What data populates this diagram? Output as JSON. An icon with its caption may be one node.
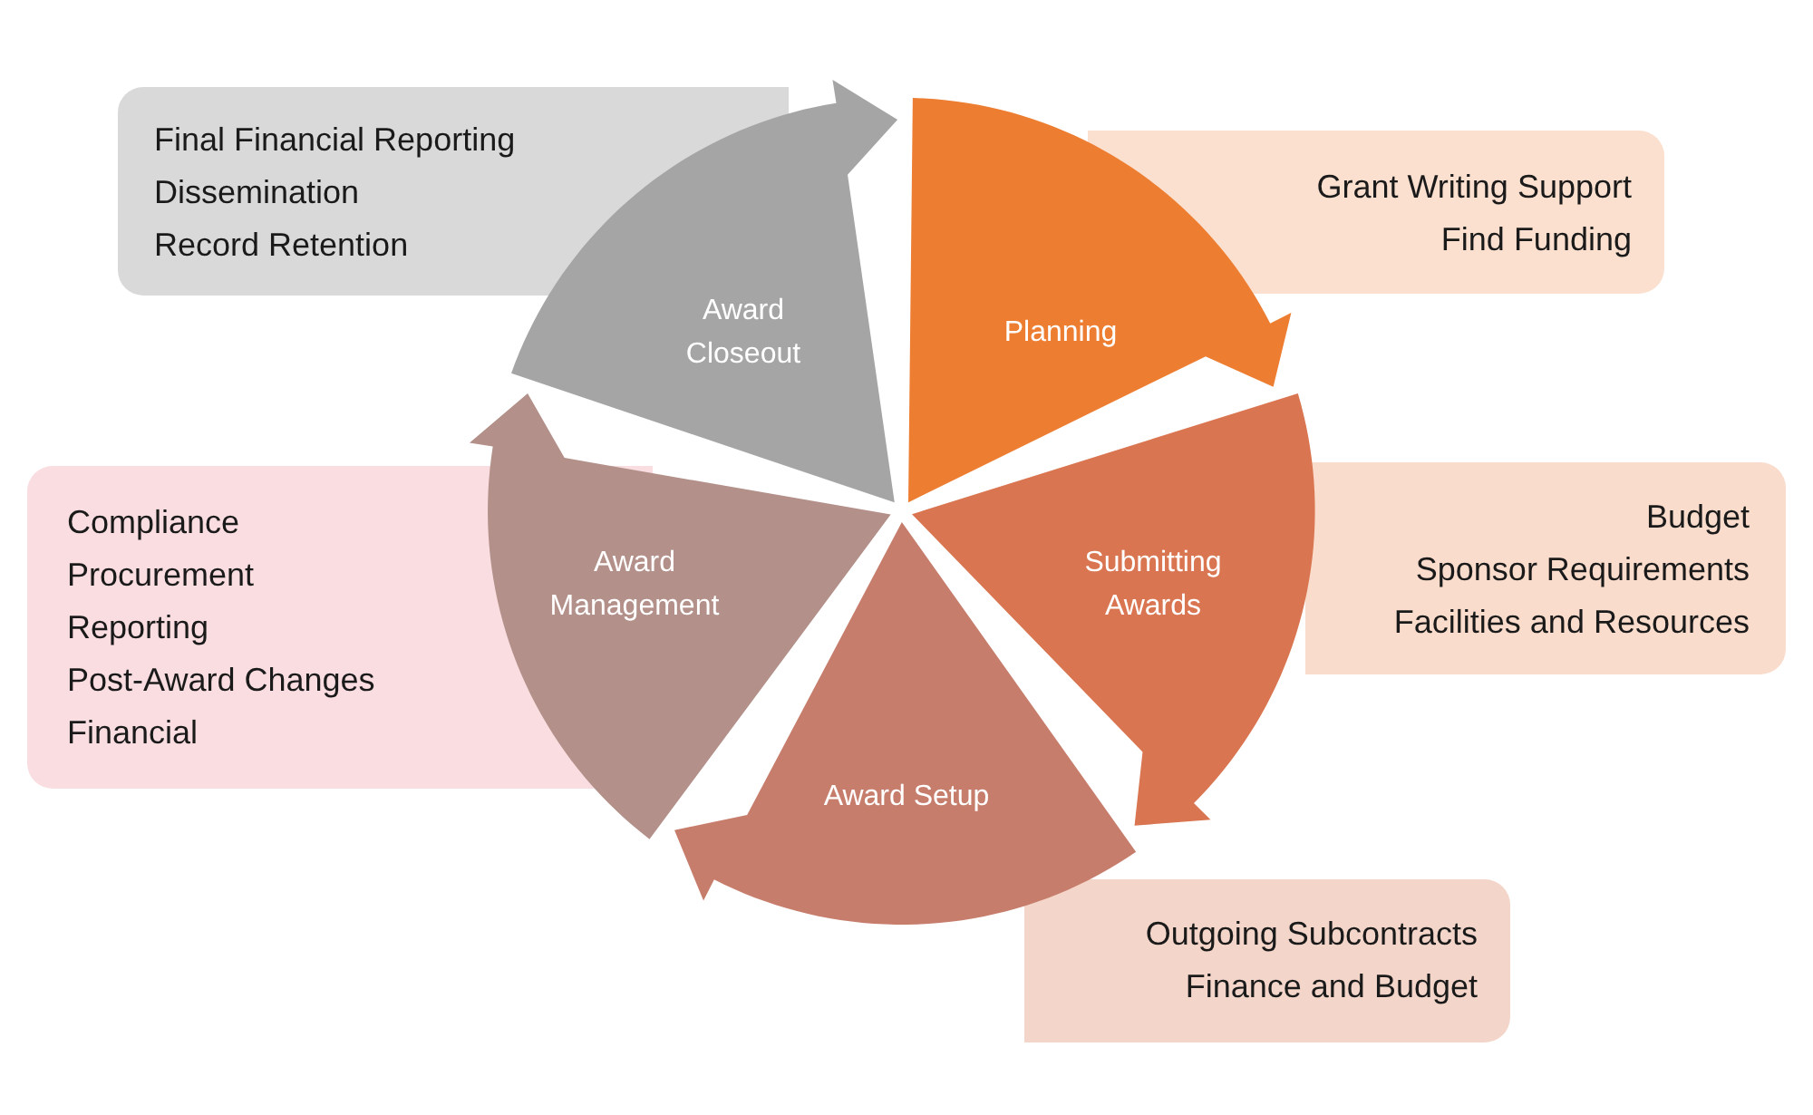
{
  "diagram": {
    "nodes": [
      {
        "text": [
          "Final Financial Reporting",
          "Dissemination",
          "Record Retention"
        ]
      },
      {
        "text": [
          "Award Closeout"
        ]
      },
      {
        "text": [
          "Planning"
        ]
      },
      {
        "text": [
          "Grant Writing Support",
          "Find Funding"
        ]
      },
      {
        "text": [
          "Compliance",
          "Procurement",
          "Reporting",
          "Post-Award Changes",
          "Financial"
        ]
      },
      {
        "text": [
          "Award Management"
        ]
      },
      {
        "text": [
          "Submitting Awards"
        ]
      },
      {
        "text": [
          "Budget",
          "Sponsor Requirements",
          "Facilities and Resources"
        ]
      },
      {
        "text": [
          "Award Setup"
        ]
      },
      {
        "text": [
          "Outgoing Subcontracts",
          "Finance and Budget"
        ]
      }
    ]
  }
}
